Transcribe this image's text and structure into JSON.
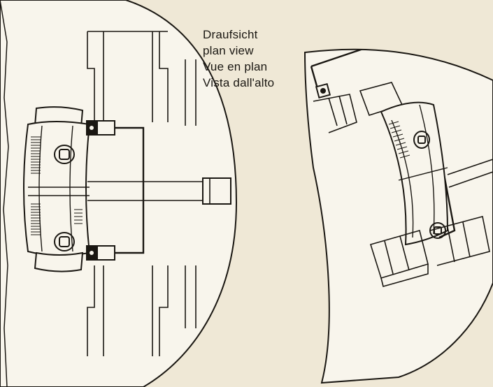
{
  "captions": {
    "de": "Draufsicht",
    "en": "plan view",
    "fr": "Vue en plan",
    "it": "Vista dall'alto"
  },
  "colors": {
    "paper": "#efe8d6",
    "panel": "#f8f5ec",
    "ink": "#1a1712"
  }
}
